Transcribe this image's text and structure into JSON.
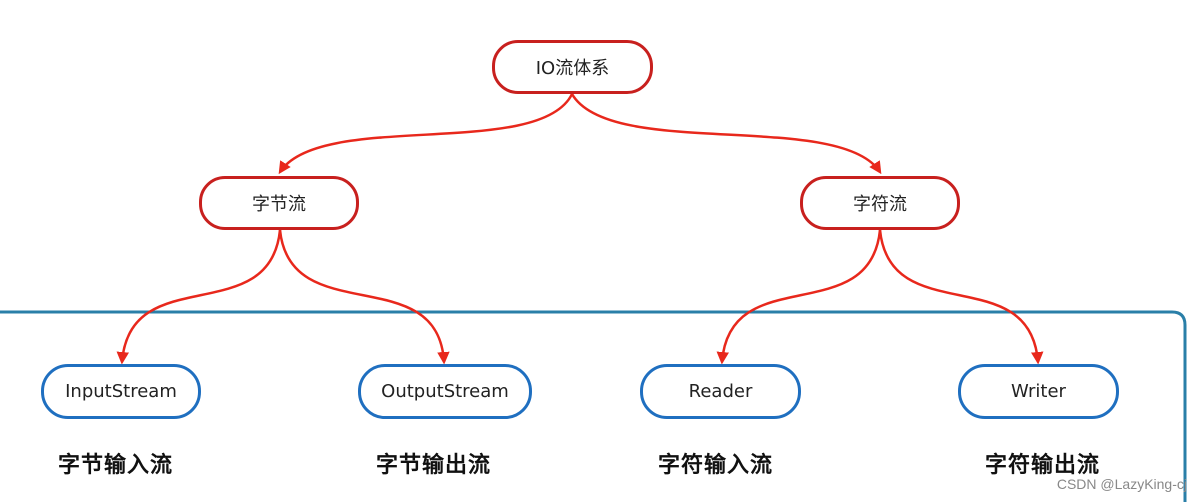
{
  "root": {
    "label": "IO流体系"
  },
  "level1": [
    {
      "label": "字节流"
    },
    {
      "label": "字符流"
    }
  ],
  "leaves": [
    {
      "label": "InputStream",
      "caption": "字节输入流"
    },
    {
      "label": "OutputStream",
      "caption": "字节输出流"
    },
    {
      "label": "Reader",
      "caption": "字符输入流"
    },
    {
      "label": "Writer",
      "caption": "字符输出流"
    }
  ],
  "colors": {
    "edge": "#e8281c",
    "branch_border": "#c8201e",
    "leaf_border": "#1f6fc0",
    "group_border": "#2a7fa8"
  },
  "watermark": "CSDN @LazyKing-cj"
}
